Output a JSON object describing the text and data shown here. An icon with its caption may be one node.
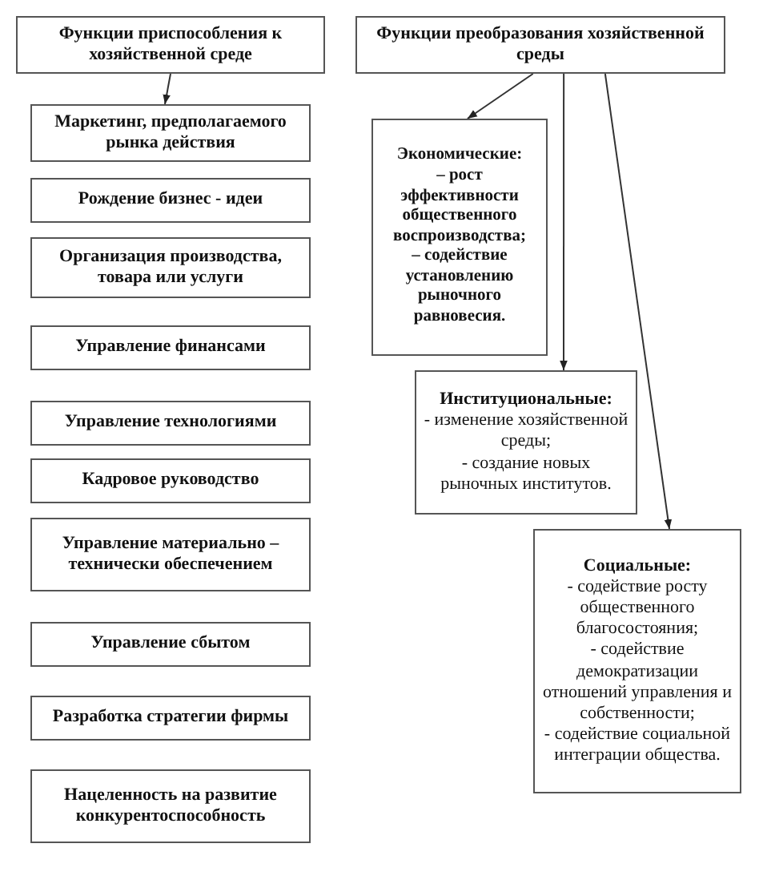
{
  "diagram": {
    "nodes": [
      {
        "text": [
          "Функции приспособления к хозяйственной среде"
        ]
      },
      {
        "text": [
          "Функции преобразования хозяйственной среды"
        ]
      },
      {
        "text": [
          "Маркетинг, предполагаемого рынка действия"
        ]
      },
      {
        "text": [
          "Рождение бизнес - идеи"
        ]
      },
      {
        "text": [
          "Организация производства, товара или услуги"
        ]
      },
      {
        "text": [
          "Управление финансами"
        ]
      },
      {
        "text": [
          "Управление технологиями"
        ]
      },
      {
        "text": [
          "Кадровое руководство"
        ]
      },
      {
        "text": [
          "Управление материально – технически обеспечением"
        ]
      },
      {
        "text": [
          "Управление сбытом"
        ]
      },
      {
        "text": [
          "Разработка стратегии фирмы"
        ]
      },
      {
        "text": [
          "Нацеленность на развитие конкурентоспособность"
        ]
      },
      {
        "text": [
          "Экономические:",
          "– рост эффективности общественного воспроизводства;",
          "– содействие установлению рыночного равновесия."
        ]
      },
      {
        "text": [
          "Институциональные:",
          "- изменение хозяйственной среды;",
          "- создание новых рыночных институтов."
        ]
      },
      {
        "text": [
          "Социальные:",
          "- содействие росту общественного благосостояния;",
          "- содействие демократизации отношений управления и собственности;",
          "- содействие социальной интеграции общества."
        ]
      }
    ],
    "edges": [
      {
        "from": 0,
        "to": 2,
        "arrow": "to"
      },
      {
        "from": 1,
        "to": 12,
        "arrow": "to"
      },
      {
        "from": 1,
        "to": 13,
        "arrow": "to"
      },
      {
        "from": 1,
        "to": 14,
        "arrow": "to"
      }
    ]
  }
}
